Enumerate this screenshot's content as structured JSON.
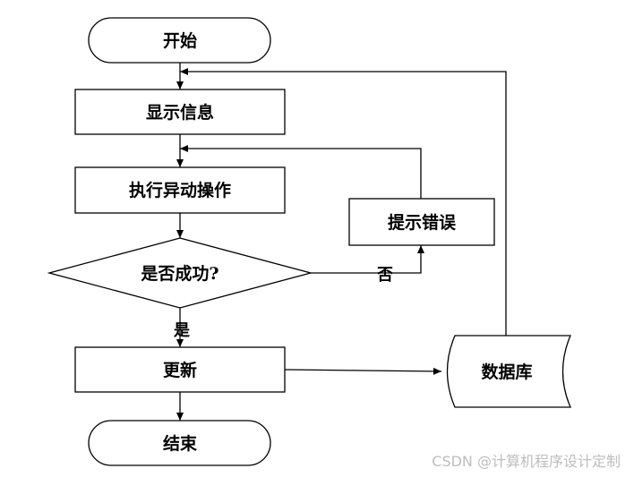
{
  "nodes": {
    "start": "开始",
    "show_info": "显示信息",
    "execute": "执行异动操作",
    "decision": "是否成功?",
    "prompt_error": "提示错误",
    "update": "更新",
    "database": "数据库",
    "end": "结束"
  },
  "edges": {
    "yes": "是",
    "no": "否"
  },
  "watermark": "CSDN @计算机程序设计定制",
  "colors": {
    "stroke": "#000000",
    "fill": "#ffffff",
    "watermark": "#bdbdbd"
  }
}
